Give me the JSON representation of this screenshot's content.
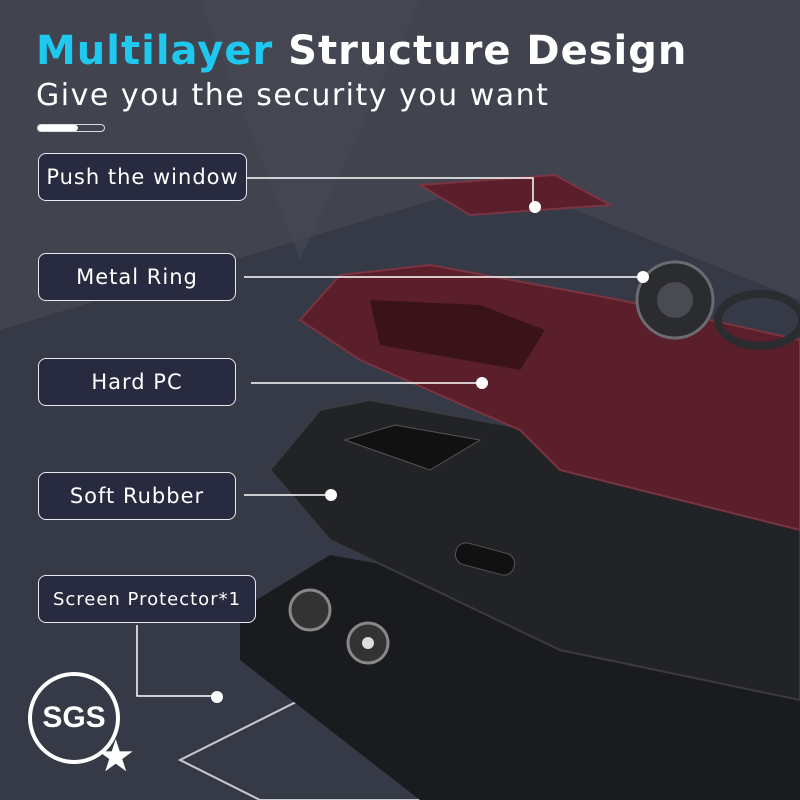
{
  "header": {
    "title_accent": "Multilayer",
    "title_rest": "Structure Design",
    "subtitle": "Give you the security you want",
    "progress": 0.6
  },
  "layers": [
    {
      "label": "Push the window"
    },
    {
      "label": "Metal Ring"
    },
    {
      "label": "Hard PC"
    },
    {
      "label": "Soft Rubber"
    },
    {
      "label": "Screen Protector*1"
    }
  ],
  "badge": {
    "text": "SGS"
  },
  "colors": {
    "accent": "#1fc8ee",
    "background": "#3b3e4a",
    "label_bg": "#282b3f",
    "case_color": "#5a1f2a"
  }
}
